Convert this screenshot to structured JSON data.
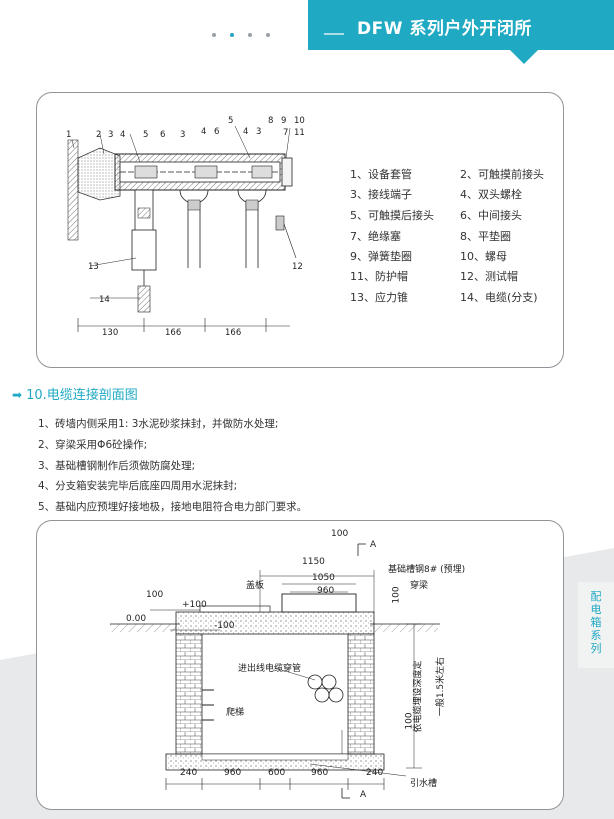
{
  "header": {
    "title": "DFW 系列户外开闭所",
    "accent_color": "#1fa9c3",
    "dots_total": 4,
    "active_dot": 2
  },
  "side_tab": {
    "text": "配电箱系列"
  },
  "diagram1": {
    "callouts": [
      "1",
      "2",
      "3",
      "4",
      "5",
      "6",
      "3",
      "4",
      "6",
      "5",
      "4",
      "3",
      "8",
      "9",
      "10",
      "7",
      "11",
      "12",
      "13",
      "14"
    ],
    "dimensions": [
      "130",
      "166",
      "166"
    ]
  },
  "legend": [
    "1、设备套管",
    "2、可触摸前接头",
    "3、接线端子",
    "4、双头螺栓",
    "5、可触摸后接头",
    "6、中间接头",
    "7、绝缘塞",
    "8、平垫圈",
    "9、弹簧垫圈",
    "10、螺母",
    "11、防护帽",
    "12、测试帽",
    "13、应力锥",
    "14、电缆(分支)"
  ],
  "section": {
    "heading": "10.电缆连接剖面图"
  },
  "notes": [
    "1、砖墙内侧采用1: 3水泥砂浆抹封，并做防水处理;",
    "2、穿梁采用Φ6砼操作;",
    "3、基础槽钢制作后须做防腐处理;",
    "4、分支箱安装完毕后底座四周用水泥抹封;",
    "5、基础内应预埋好接地极，接地电阻符合电力部门要求。"
  ],
  "diagram2": {
    "top_dim": "100",
    "section_mark_top": "A",
    "section_mark_bottom": "A",
    "dim_1150": "1150",
    "dim_1050": "1050",
    "dim_960": "960",
    "channel_label": "基础槽钢8# (预埋)",
    "beam_label": "穿梁",
    "dim_100_right": "100",
    "left_100": "100",
    "cover_label": "盖板",
    "plus100": "+100",
    "zero": "0.00",
    "minus100": "-100",
    "pipe_label": "进出线电缆穿管",
    "ladder_label": "爬梯",
    "dim_100_inner": "100",
    "depth_label1": "依电缆埋设深度定",
    "depth_label2": "一般1.5米左右",
    "drain_label": "引水槽",
    "bottom_dims": [
      "240",
      "960",
      "600",
      "960",
      "240"
    ]
  }
}
